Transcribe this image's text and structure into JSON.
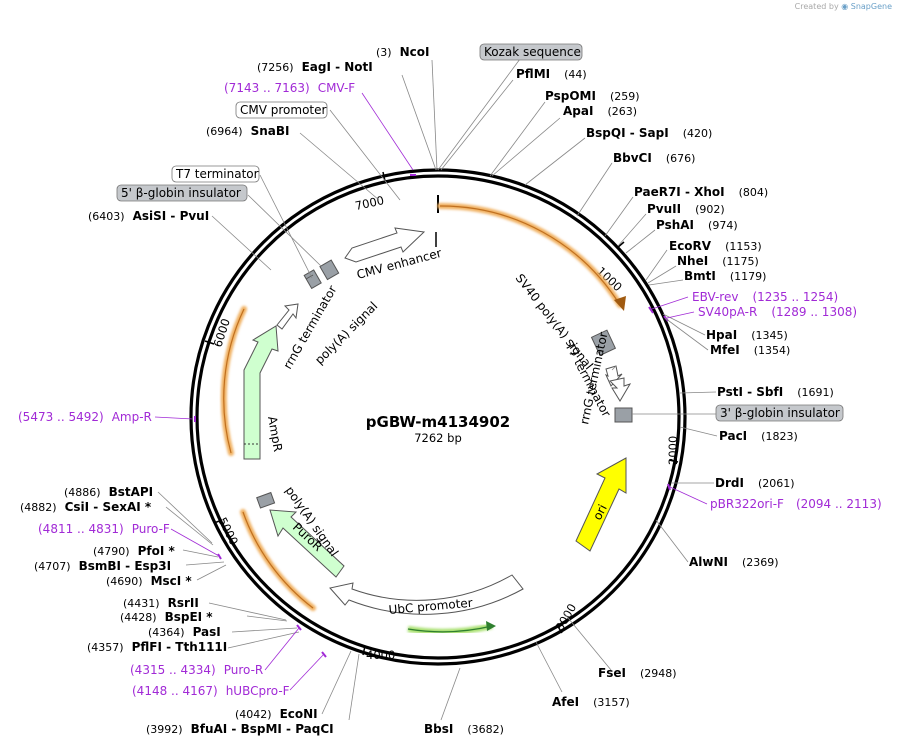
{
  "watermark": {
    "prefix": "Created by",
    "brand": "SnapGene"
  },
  "plasmid": {
    "name": "pGBW-m4134902",
    "length_label": "7262 bp",
    "length": 7262
  },
  "colors": {
    "backbone": "#000000",
    "primer": "#a12ad6",
    "orf_halo": "#f0b060",
    "ori": "#ffff00",
    "resistance": "#cfffcf",
    "neutral_feature": "#ffffff",
    "terminator_box": "#9aa0a6",
    "label_box_grey": "#c5c8cc"
  },
  "ticks": [
    "1000",
    "2000",
    "3000",
    "4000",
    "5000",
    "6000",
    "7000"
  ],
  "sites": [
    {
      "id": "s1",
      "pos": "(3)",
      "name": "NcoI"
    },
    {
      "id": "s2",
      "pos": "(7256)",
      "name": "EagI  -  NotI"
    },
    {
      "id": "s3",
      "name": "PflMI",
      "pos": "(44)"
    },
    {
      "id": "s4",
      "name": "PspOMI",
      "pos": "(259)"
    },
    {
      "id": "s5",
      "name": "ApaI",
      "pos": "(263)"
    },
    {
      "id": "s6",
      "name": "BspQI  -  SapI",
      "pos": "(420)"
    },
    {
      "id": "s7",
      "pos": "(6964)",
      "name": "SnaBI"
    },
    {
      "id": "s8",
      "name": "BbvCI",
      "pos": "(676)"
    },
    {
      "id": "s9",
      "name": "PaeR7I  -  XhoI",
      "pos": "(804)"
    },
    {
      "id": "s10",
      "name": "PvuII",
      "pos": "(902)"
    },
    {
      "id": "s11",
      "name": "PshAI",
      "pos": "(974)"
    },
    {
      "id": "s12",
      "pos": "(6403)",
      "name": "AsiSI  -  PvuI"
    },
    {
      "id": "s13",
      "name": "EcoRV",
      "pos": "(1153)"
    },
    {
      "id": "s14",
      "name": "NheI",
      "pos": "(1175)"
    },
    {
      "id": "s15",
      "name": "BmtI",
      "pos": "(1179)"
    },
    {
      "id": "s16",
      "name": "HpaI",
      "pos": "(1345)"
    },
    {
      "id": "s17",
      "name": "MfeI",
      "pos": "(1354)"
    },
    {
      "id": "s18",
      "name": "PstI  -  SbfI",
      "pos": "(1691)"
    },
    {
      "id": "s19",
      "name": "PacI",
      "pos": "(1823)"
    },
    {
      "id": "s20",
      "name": "DrdI",
      "pos": "(2061)"
    },
    {
      "id": "s21",
      "name": "AlwNI",
      "pos": "(2369)"
    },
    {
      "id": "s22",
      "pos": "(4886)",
      "name": "BstAPI"
    },
    {
      "id": "s23",
      "pos": "(4882)",
      "name": "CsiI  -  SexAI *"
    },
    {
      "id": "s24",
      "pos": "(4790)",
      "name": "PfoI *"
    },
    {
      "id": "s25",
      "pos": "(4707)",
      "name": "BsmBI  -  Esp3I"
    },
    {
      "id": "s26",
      "pos": "(4690)",
      "name": "MscI *"
    },
    {
      "id": "s27",
      "pos": "(4431)",
      "name": "RsrII"
    },
    {
      "id": "s28",
      "pos": "(4428)",
      "name": "BspEI *"
    },
    {
      "id": "s29",
      "pos": "(4364)",
      "name": "PasI"
    },
    {
      "id": "s30",
      "pos": "(4357)",
      "name": "PflFI  -  Tth111I"
    },
    {
      "id": "s31",
      "name": "FseI",
      "pos": "(2948)"
    },
    {
      "id": "s32",
      "name": "AfeI",
      "pos": "(3157)"
    },
    {
      "id": "s33",
      "pos": "(4042)",
      "name": "EcoNI"
    },
    {
      "id": "s34",
      "name": "BbsI",
      "pos": "(3682)"
    },
    {
      "id": "s35",
      "pos": "(3992)",
      "name": "BfuAI  -  BspMI  -  PaqCI"
    }
  ],
  "primers": [
    {
      "id": "p1",
      "range": "(7143 .. 7163)",
      "name": "CMV-F"
    },
    {
      "id": "p2",
      "name": "EBV-rev",
      "range": "(1235 .. 1254)"
    },
    {
      "id": "p3",
      "name": "SV40pA-R",
      "range": "(1289 .. 1308)"
    },
    {
      "id": "p4",
      "range": "(5473 .. 5492)",
      "name": "Amp-R"
    },
    {
      "id": "p5",
      "name": "pBR322ori-F",
      "range": "(2094 .. 2113)"
    },
    {
      "id": "p6",
      "range": "(4811 .. 4831)",
      "name": "Puro-F"
    },
    {
      "id": "p7",
      "range": "(4315 .. 4334)",
      "name": "Puro-R"
    },
    {
      "id": "p8",
      "range": "(4148 .. 4167)",
      "name": "hUBCpro-F"
    }
  ],
  "boxed_labels": {
    "kozak": "Kozak sequence",
    "cmv_promoter": "CMV promoter",
    "t7_terminator": "T7 terminator",
    "beta_globin_5": "5' β-globin insulator",
    "beta_globin_3": "3' β-globin insulator"
  },
  "features": {
    "cmv_enhancer": "CMV enhancer",
    "sv40_polya": "SV40 poly(A) signal",
    "t7_terminator": "T7 terminator",
    "rrng_terminator_right": "rrnG terminator",
    "ori": "ori",
    "ubc_promoter": "UbC promoter",
    "puror": "PuroR",
    "polya_signal_bottom": "poly(A) signal",
    "ampr": "AmpR",
    "rrng_terminator_left": "rrnG terminator",
    "polya_signal_top": "poly(A) signal"
  }
}
